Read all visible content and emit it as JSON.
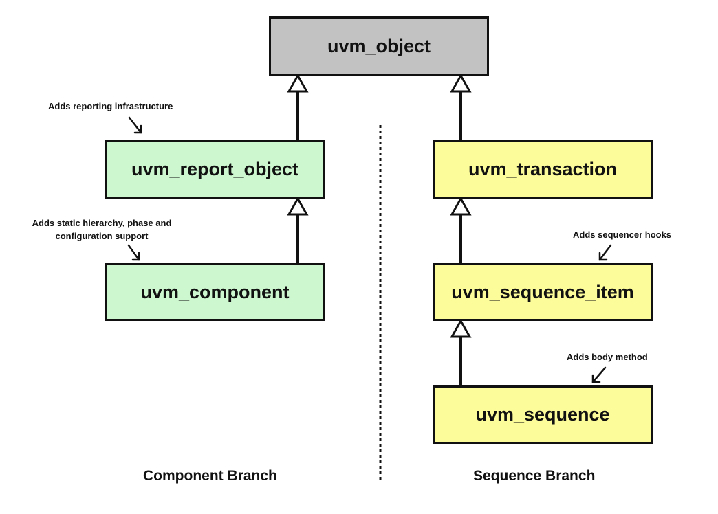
{
  "classes": {
    "uvm_object": "uvm_object",
    "uvm_report_object": "uvm_report_object",
    "uvm_component": "uvm_component",
    "uvm_transaction": "uvm_transaction",
    "uvm_sequence_item": "uvm_sequence_item",
    "uvm_sequence": "uvm_sequence"
  },
  "annotations": {
    "report_object": "Adds reporting infrastructure",
    "component_line1": "Adds static hierarchy, phase and",
    "component_line2": "configuration support",
    "sequence_item": "Adds sequencer hooks",
    "sequence": "Adds body method"
  },
  "branches": {
    "component": "Component Branch",
    "sequence": "Sequence Branch"
  },
  "colors": {
    "root": "#c2c2c2",
    "component_branch": "#ccf7cf",
    "sequence_branch": "#fdfc9a",
    "stroke": "#111111"
  }
}
